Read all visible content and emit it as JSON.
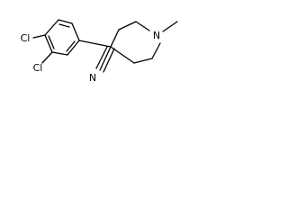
{
  "molecule": {
    "atoms": {
      "cl_top": "Cl",
      "cl_bottom": "Cl",
      "nitrile_n": "N",
      "ring_n": "N"
    }
  }
}
